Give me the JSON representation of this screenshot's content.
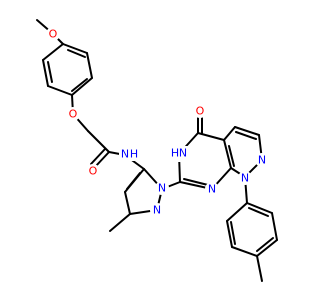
{
  "molecule": {
    "colors": {
      "bond": "#000000",
      "oxygen": "#ff0000",
      "nitrogen": "#0000ff",
      "background": "#ffffff"
    },
    "atoms": {
      "o_methoxy": "O",
      "o_ether": "O",
      "o_carbonyl": "O",
      "o_ketone": "O",
      "n_amide": "N",
      "h_amide": "H",
      "n_pyrazole_1": "N",
      "n_pyrazole_2": "N",
      "n_nh": "N",
      "h_nh": "H",
      "n_pyrimidine": "N",
      "n_pyrazolo_1": "N",
      "n_pyrazolo_2": "N"
    }
  }
}
